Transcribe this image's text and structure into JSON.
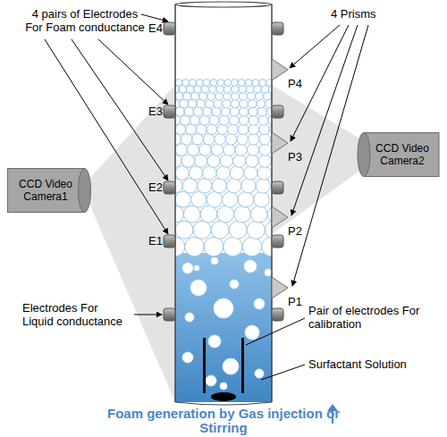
{
  "diagram": {
    "nodes": [
      {
        "text": [
          "CCD Video Camera1"
        ]
      },
      {
        "text": [
          "CCD Video Camera2"
        ]
      }
    ],
    "labels": [
      "4 pairs of Electrodes For Foam conductance",
      "E4",
      "E3",
      "E2",
      "E1",
      "4 Prisms",
      "P4",
      "P3",
      "P2",
      "P1",
      "Electrodes For Liquid conductance",
      "Pair of electrodes For calibration",
      "Surfactant Solution",
      "Foam generation by Gas injection or Stirring"
    ]
  }
}
